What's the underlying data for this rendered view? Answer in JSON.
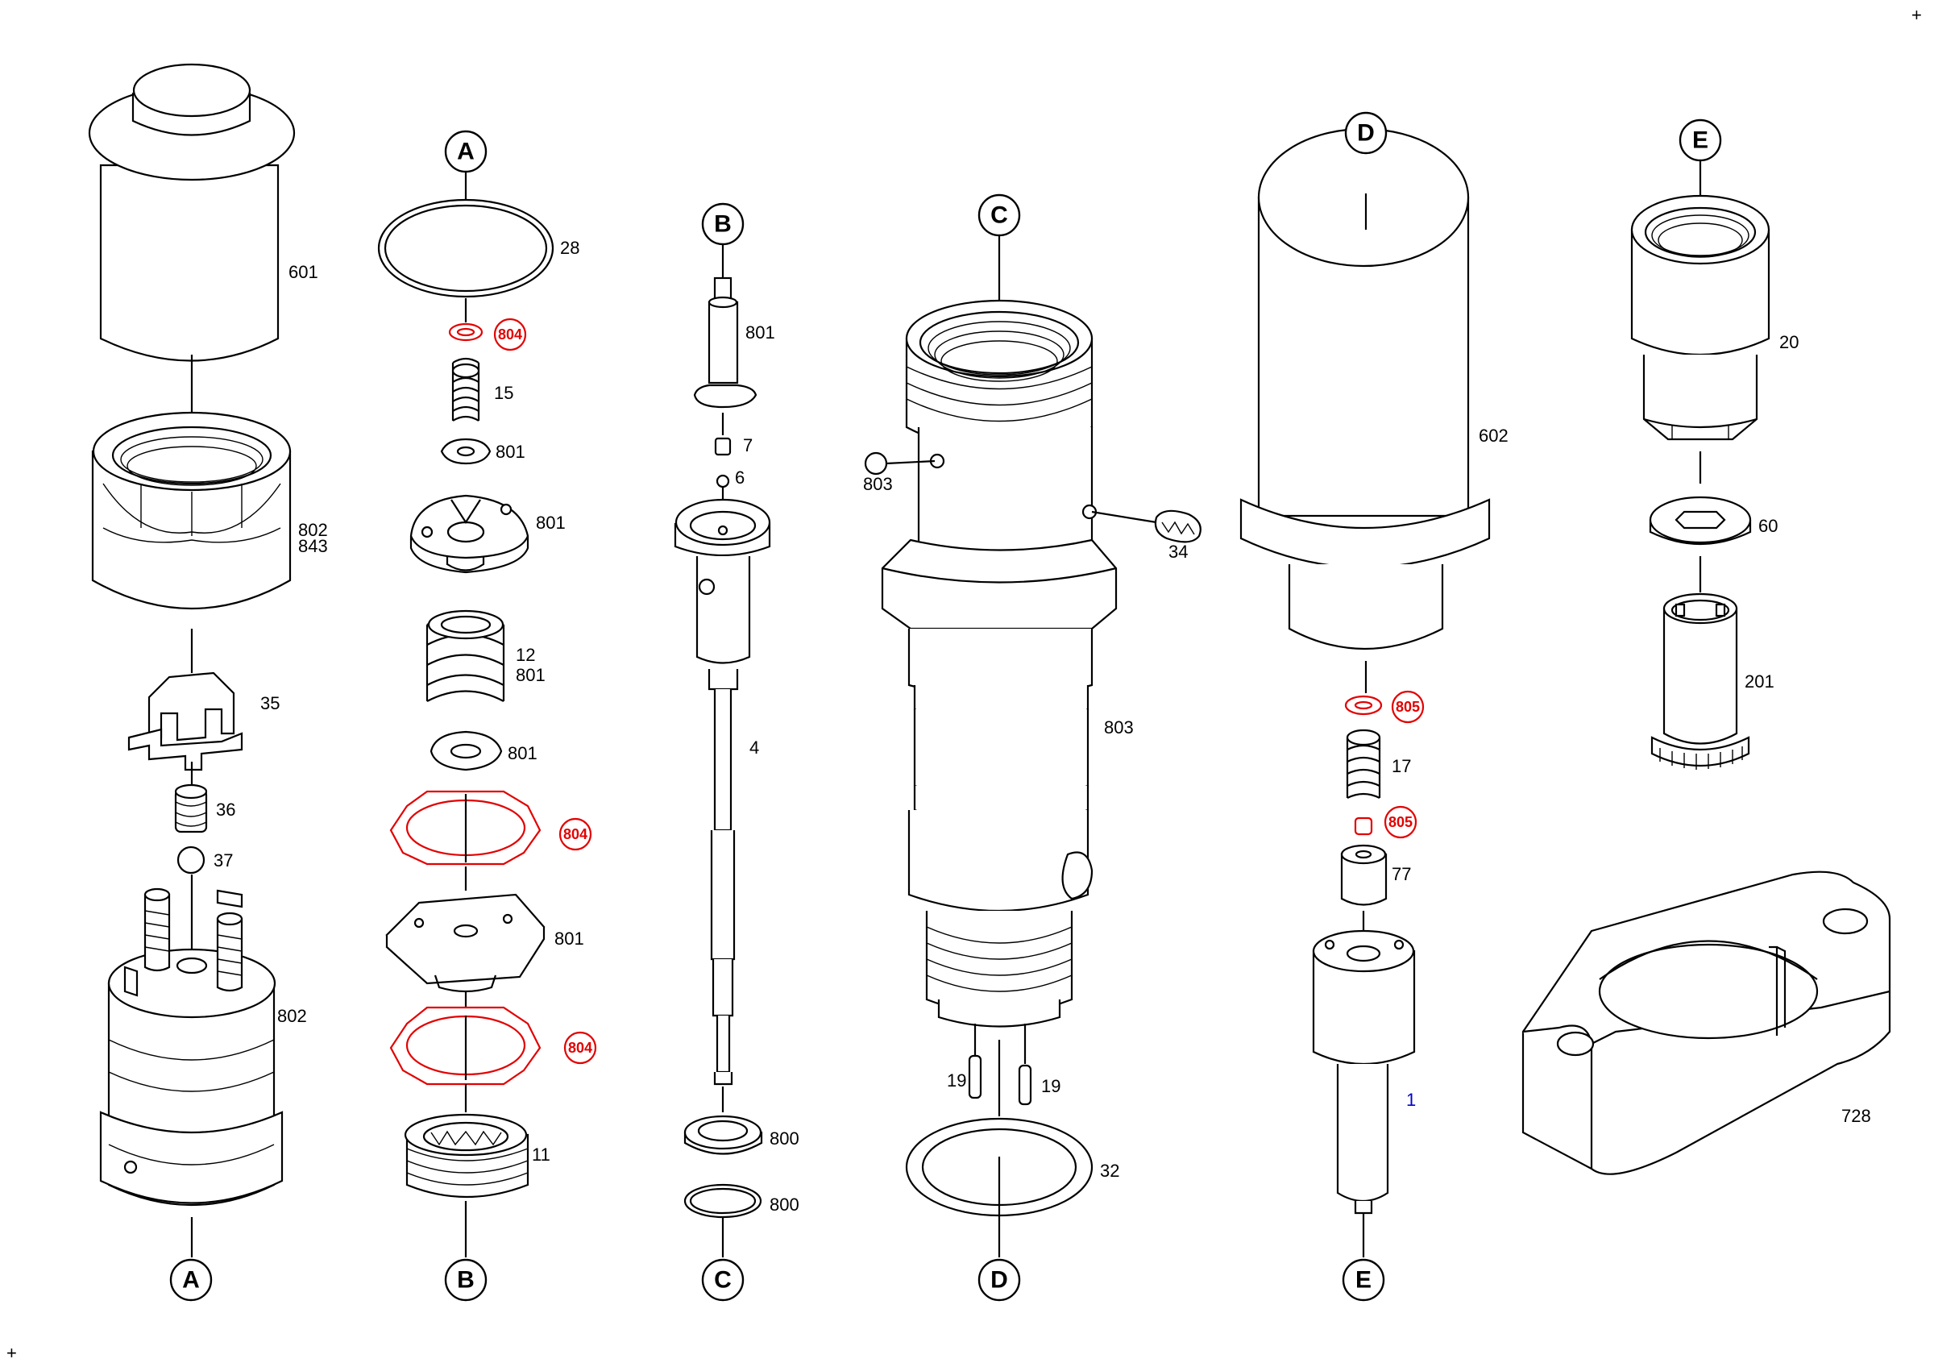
{
  "corner_marks": [
    "+",
    "+"
  ],
  "connectors": [
    {
      "key": "A_top",
      "label": "A"
    },
    {
      "key": "A_bot",
      "label": "A"
    },
    {
      "key": "B_top",
      "label": "B"
    },
    {
      "key": "B_bot",
      "label": "B"
    },
    {
      "key": "C_top",
      "label": "C"
    },
    {
      "key": "C_bot",
      "label": "C"
    },
    {
      "key": "D_top",
      "label": "D"
    },
    {
      "key": "D_bot",
      "label": "D"
    },
    {
      "key": "E_top",
      "label": "E"
    },
    {
      "key": "E_bot",
      "label": "E"
    }
  ],
  "parts": {
    "p601": "601",
    "p802a": "802",
    "p843": "843",
    "p35": "35",
    "p36": "36",
    "p37": "37",
    "p802b": "802",
    "p28": "28",
    "p15": "15",
    "p801a": "801",
    "p801b": "801",
    "p12": "12",
    "p801c": "801",
    "p801d": "801",
    "p801e": "801",
    "p11": "11",
    "p801f": "801",
    "p7": "7",
    "p6": "6",
    "p4": "4",
    "p800a": "800",
    "p800b": "800",
    "p803a": "803",
    "p34": "34",
    "p803b": "803",
    "p19a": "19",
    "p19b": "19",
    "p32": "32",
    "p602": "602",
    "p17": "17",
    "p77": "77",
    "p1": "1",
    "p20": "20",
    "p60": "60",
    "p201": "201",
    "p728": "728"
  },
  "highlighted": {
    "h804a": "804",
    "h804b": "804",
    "h804c": "804",
    "h805a": "805",
    "h805b": "805"
  },
  "colors": {
    "line": "#000000",
    "highlight": "#e30000",
    "nozzle_label": "#0000cc",
    "background": "#ffffff"
  }
}
